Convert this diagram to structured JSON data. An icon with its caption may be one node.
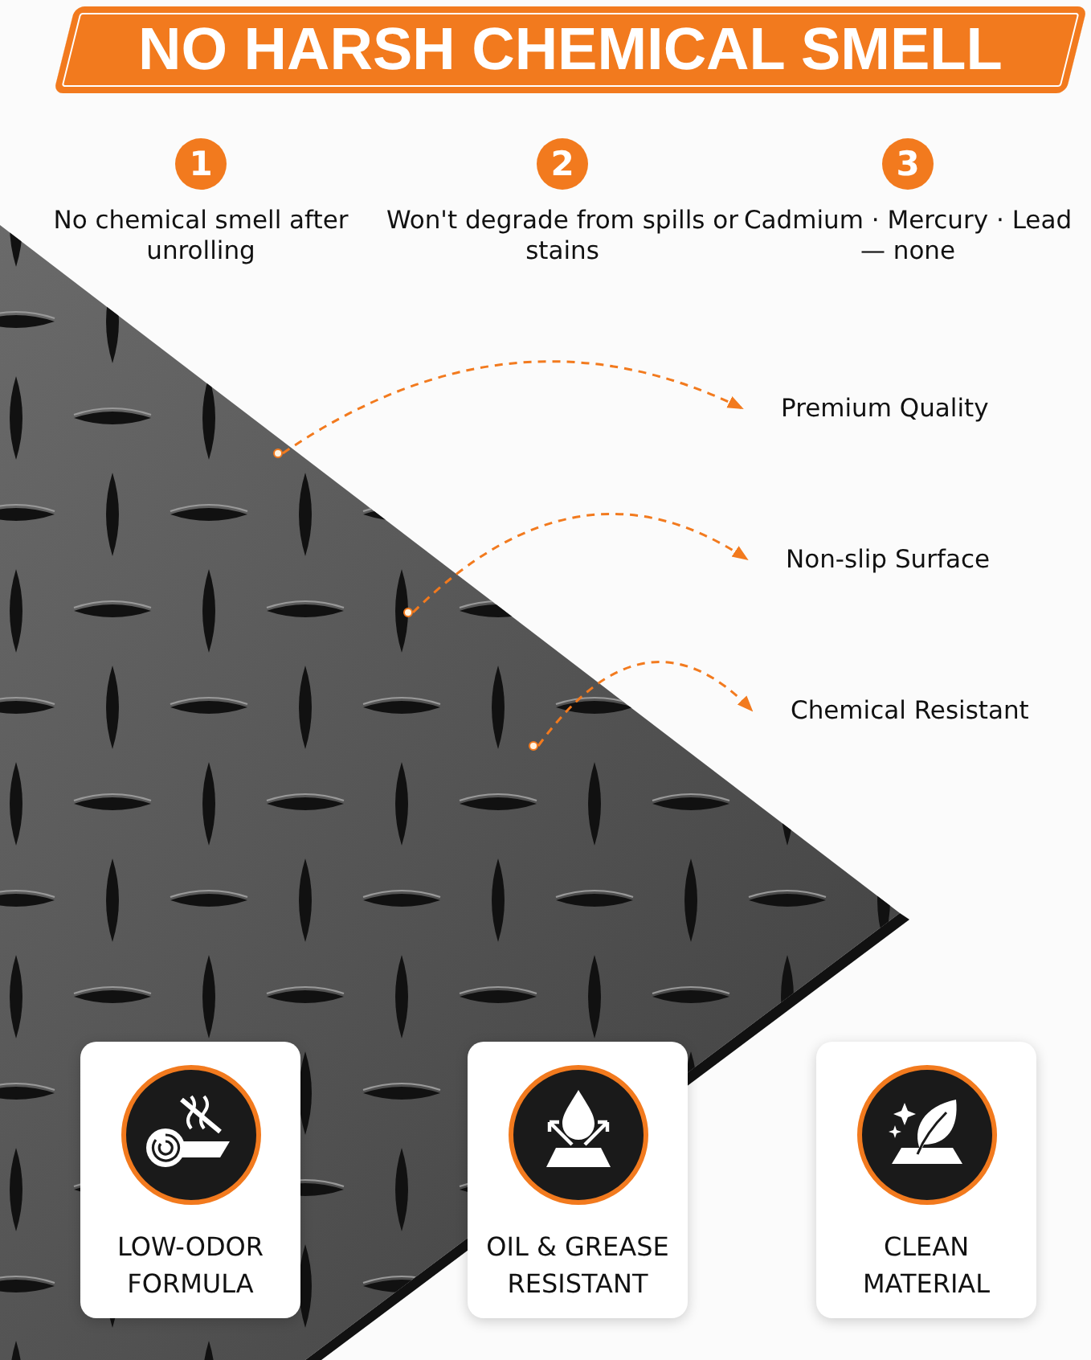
{
  "diagram": {
    "title": "NO HARSH CHEMICAL SMELL",
    "nodes": [
      {
        "text": [
          "1",
          "No chemical smell after unrolling"
        ]
      },
      {
        "text": [
          "2",
          "Won't degrade from spills or stains"
        ]
      },
      {
        "text": [
          "3",
          "Cadmium · Mercury · Lead — none"
        ]
      },
      {
        "text": [
          "Premium Quality"
        ]
      },
      {
        "text": [
          "Non-slip Surface"
        ]
      },
      {
        "text": [
          "Chemical Resistant"
        ]
      },
      {
        "text": [],
        "shape": "circle"
      },
      {
        "text": [],
        "shape": "circle"
      },
      {
        "text": [],
        "shape": "circle"
      },
      {
        "text": [
          "LOW-ODOR FORMULA"
        ]
      },
      {
        "text": [
          "OIL & GREASE RESISTANT"
        ]
      },
      {
        "text": [
          "CLEAN MATERIAL"
        ]
      }
    ],
    "edges": [
      {
        "from": 6,
        "to": 3,
        "arrow": "to",
        "style": "dashed"
      },
      {
        "from": 7,
        "to": 4,
        "arrow": "to",
        "style": "dashed"
      },
      {
        "from": 8,
        "to": 5,
        "arrow": "to",
        "style": "dashed"
      }
    ]
  }
}
